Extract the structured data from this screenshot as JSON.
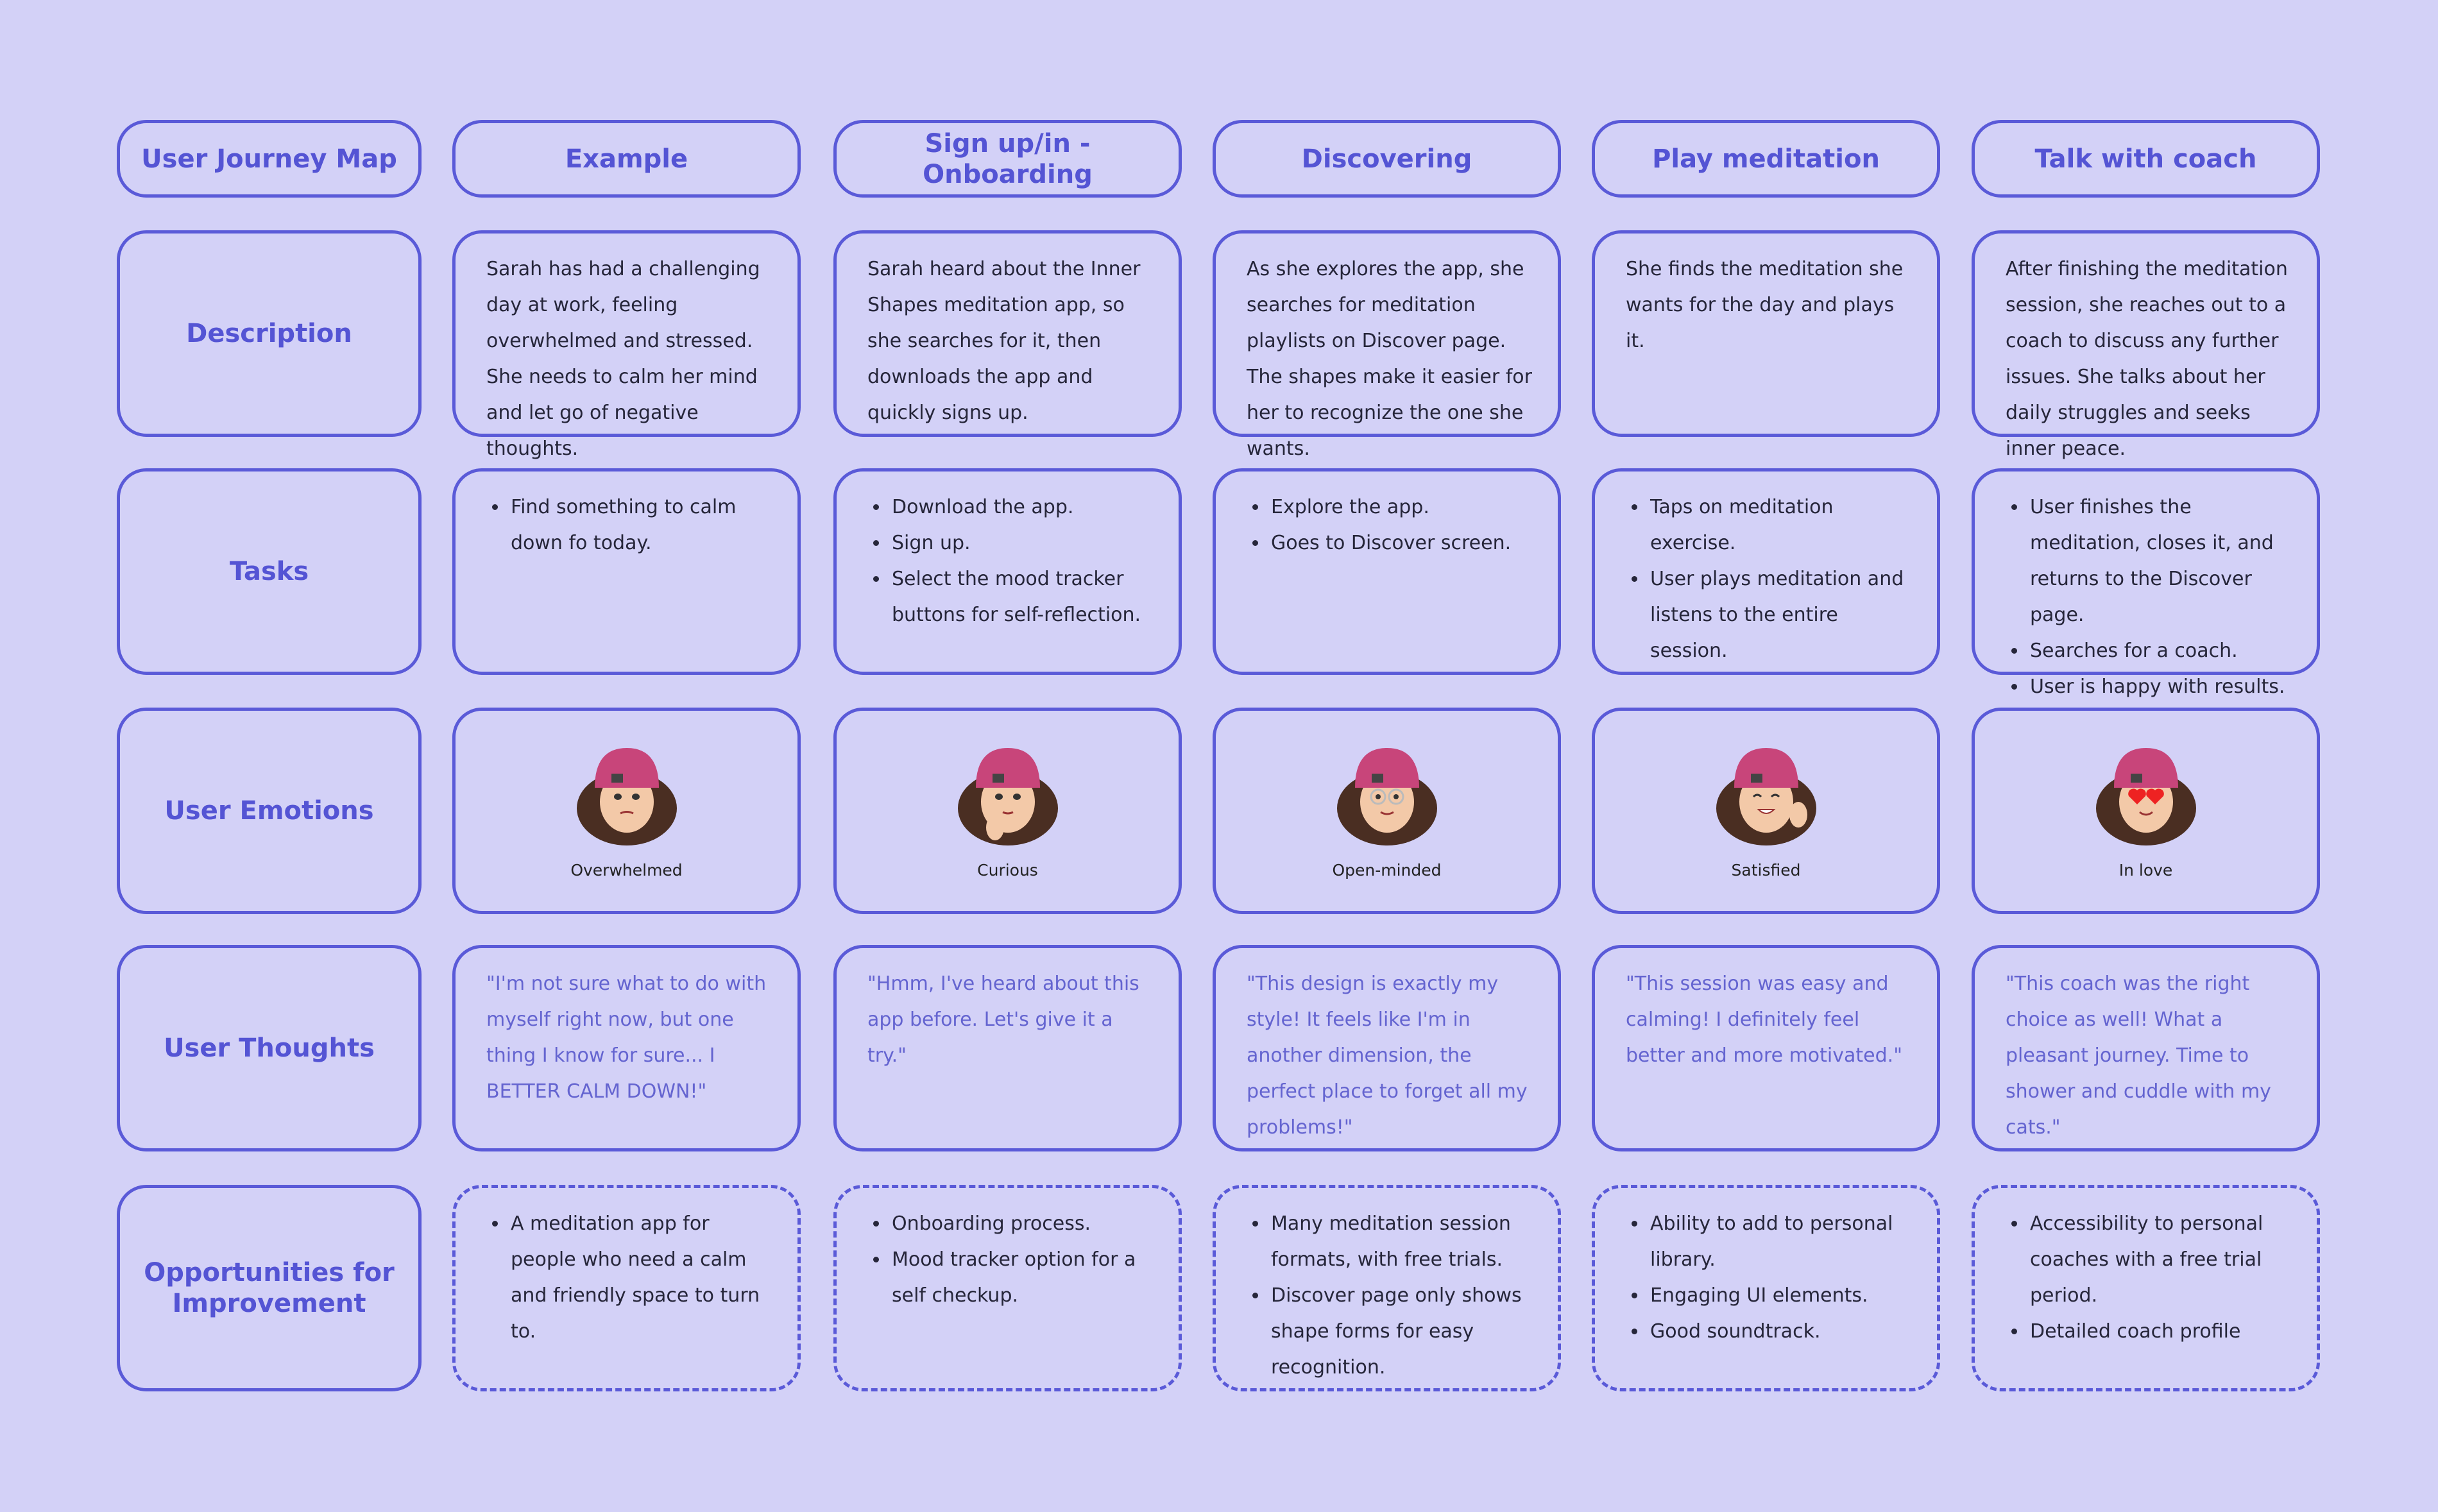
{
  "header": [
    "User Journey Map",
    "Example",
    "Sign up/in - Onboarding",
    "Discovering",
    "Play meditation",
    "Talk with coach"
  ],
  "row_labels": [
    "Description",
    "Tasks",
    "User Emotions",
    "User Thoughts",
    "Opportunities for Improvement"
  ],
  "description": [
    "Sarah has had a challenging day at work, feeling overwhelmed and stressed. She needs to calm her mind and let go of negative thoughts.",
    "Sarah heard about the Inner Shapes meditation app, so she searches for it, then downloads the app and quickly signs up.",
    "As she explores the app, she searches for meditation playlists on Discover page. The shapes make it easier for her to recognize the one she wants.",
    "She finds the meditation she wants for the day and plays it.",
    "After finishing the meditation session, she reaches out to a coach to discuss any further issues. She talks about her daily struggles and seeks inner peace."
  ],
  "tasks": [
    [
      "Find something to calm down fo today."
    ],
    [
      "Download the app.",
      "Sign up.",
      "Select the mood tracker buttons for self-reflection."
    ],
    [
      "Explore the app.",
      "Goes to Discover screen."
    ],
    [
      "Taps on meditation exercise.",
      "User plays meditation and listens to the entire session."
    ],
    [
      "User finishes the meditation, closes it, and returns to the Discover page.",
      "Searches for a coach.",
      "User is happy with results."
    ]
  ],
  "emotions": [
    {
      "label": "Overwhelmed",
      "icon": "avatar-overwhelmed-icon"
    },
    {
      "label": "Curious",
      "icon": "avatar-curious-icon"
    },
    {
      "label": "Open-minded",
      "icon": "avatar-open-minded-icon"
    },
    {
      "label": "Satisfied",
      "icon": "avatar-satisfied-icon"
    },
    {
      "label": "In love",
      "icon": "avatar-in-love-icon"
    }
  ],
  "thoughts": [
    "\"I'm not sure what to do with myself right now, but one thing I know for sure... I BETTER CALM DOWN!\"",
    "\"Hmm, I've heard about this app before. Let's give it a try.\"",
    "\"This design is exactly my style! It feels like I'm in another dimension, the perfect place to forget all my problems!\"",
    "\"This session was easy and calming! I definitely feel better and more motivated.\"",
    "\"This coach was the right choice as well! What a pleasant journey. Time to shower and cuddle with my cats.\""
  ],
  "opportunities": [
    [
      "A meditation app for people who need a calm and friendly space to turn to."
    ],
    [
      "Onboarding process.",
      "Mood tracker option for a self checkup."
    ],
    [
      "Many meditation session formats, with free trials.",
      "Discover page only shows shape forms for easy recognition."
    ],
    [
      "Ability to add to personal library.",
      "Engaging UI elements.",
      "Good soundtrack."
    ],
    [
      "Accessibility to personal coaches with a free trial period.",
      "Detailed coach profile"
    ]
  ],
  "colors": {
    "background": "#d3d1f7",
    "border": "#5a5ad8",
    "heading": "#5454d4",
    "thought": "#6464d0",
    "beanie": "#c8457a",
    "hair": "#4a2e22"
  }
}
